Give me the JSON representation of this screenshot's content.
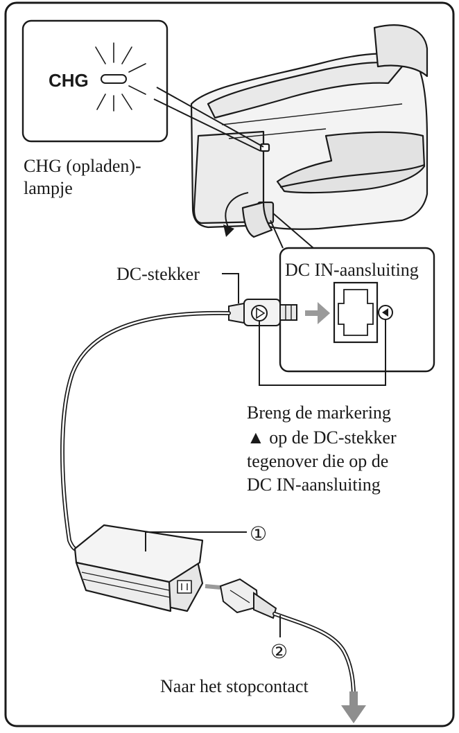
{
  "indicator_badge": "CHG",
  "labels": {
    "chg_lamp_line1": "CHG (opladen)-",
    "chg_lamp_line2": "lampje",
    "dc_plug": "DC-stekker",
    "dc_in_jack": "DC IN-aansluiting",
    "outlet": "Naar het stopcontact"
  },
  "instruction_lines": [
    "Breng de markering",
    "▲ op de DC-stekker",
    "tegenover die op de",
    "DC IN-aansluiting"
  ],
  "callouts": {
    "adapter": "①",
    "power_cord": "②"
  },
  "colors": {
    "line": "#1a1a1a",
    "arrow": "#9a9a9a",
    "device_shade": "#f0f0f0"
  }
}
